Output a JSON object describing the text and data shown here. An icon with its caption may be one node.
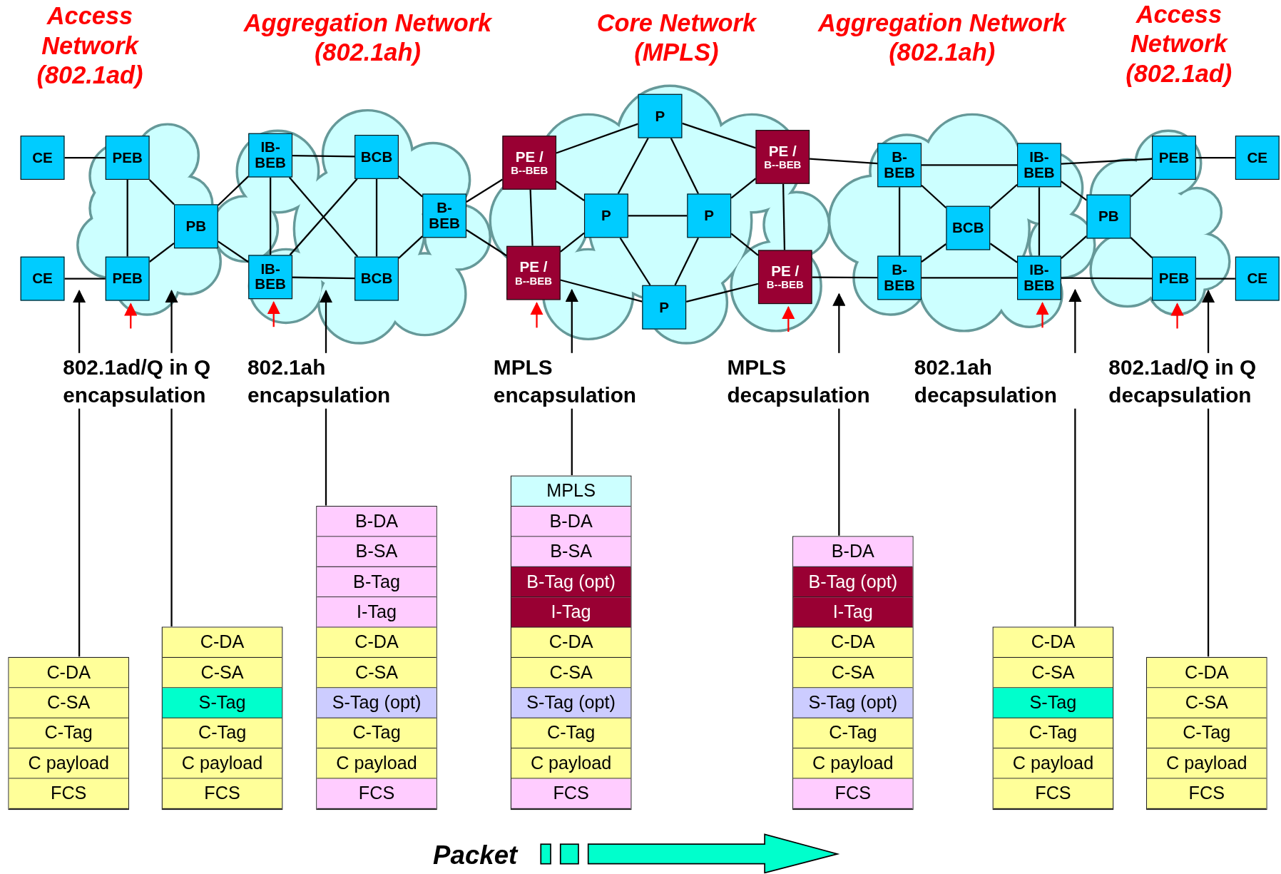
{
  "diagram": {
    "nodes": [
      {
        "text": [
          "CE"
        ]
      },
      {
        "text": [
          "CE"
        ]
      },
      {
        "text": [
          "PEB"
        ]
      },
      {
        "text": [
          "PEB"
        ]
      },
      {
        "text": [
          "PB"
        ]
      },
      {
        "text": [
          "IB-BEB"
        ]
      },
      {
        "text": [
          "IB-BEB"
        ]
      },
      {
        "text": [
          "BCB"
        ]
      },
      {
        "text": [
          "BCB"
        ]
      },
      {
        "text": [
          "B-BEB"
        ]
      },
      {
        "text": [
          "PE /",
          "B--BEB"
        ]
      },
      {
        "text": [
          "PE /",
          "B--BEB"
        ]
      },
      {
        "text": [
          "P"
        ]
      },
      {
        "text": [
          "P"
        ]
      },
      {
        "text": [
          "P"
        ]
      },
      {
        "text": [
          "P"
        ]
      },
      {
        "text": [
          "PE /",
          "B--BEB"
        ]
      },
      {
        "text": [
          "PE /",
          "B--BEB"
        ]
      },
      {
        "text": [
          "B-BEB"
        ]
      },
      {
        "text": [
          "B-BEB"
        ]
      },
      {
        "text": [
          "BCB"
        ]
      },
      {
        "text": [
          "IB-BEB"
        ]
      },
      {
        "text": [
          "IB-BEB"
        ]
      },
      {
        "text": [
          "PB"
        ]
      },
      {
        "text": [
          "PEB"
        ]
      },
      {
        "text": [
          "PEB"
        ]
      },
      {
        "text": [
          "CE"
        ]
      },
      {
        "text": [
          "CE"
        ]
      },
      {
        "text": [],
        "shape": "box"
      },
      {
        "text": [
          "C-DA"
        ],
        "in": 28
      },
      {
        "text": [
          "C-SA"
        ],
        "in": 28
      },
      {
        "text": [
          "C-Tag"
        ],
        "in": 28
      },
      {
        "text": [
          "C payload"
        ],
        "in": 28
      },
      {
        "text": [
          "FCS"
        ],
        "in": 28
      },
      {
        "text": [],
        "shape": "box"
      },
      {
        "text": [
          "C-DA"
        ],
        "in": 34
      },
      {
        "text": [
          "C-SA"
        ],
        "in": 34
      },
      {
        "text": [
          "S-Tag"
        ],
        "in": 34
      },
      {
        "text": [
          "C-Tag"
        ],
        "in": 34
      },
      {
        "text": [
          "C payload"
        ],
        "in": 34
      },
      {
        "text": [
          "FCS"
        ],
        "in": 34
      },
      {
        "text": [],
        "shape": "box"
      },
      {
        "text": [
          "B-DA"
        ],
        "in": 41
      },
      {
        "text": [
          "B-SA"
        ],
        "in": 41
      },
      {
        "text": [
          "B-Tag"
        ],
        "in": 41
      },
      {
        "text": [
          "I-Tag"
        ],
        "in": 41
      },
      {
        "text": [
          "C-DA"
        ],
        "in": 41
      },
      {
        "text": [
          "C-SA"
        ],
        "in": 41
      },
      {
        "text": [
          "S-Tag (opt)"
        ],
        "in": 41
      },
      {
        "text": [
          "C-Tag"
        ],
        "in": 41
      },
      {
        "text": [
          "C payload"
        ],
        "in": 41
      },
      {
        "text": [
          "FCS"
        ],
        "in": 41
      },
      {
        "text": [],
        "shape": "box"
      },
      {
        "text": [
          "MPLS"
        ],
        "in": 52
      },
      {
        "text": [
          "B-DA"
        ],
        "in": 52
      },
      {
        "text": [
          "B-SA"
        ],
        "in": 52
      },
      {
        "text": [
          "B-Tag (opt)"
        ],
        "in": 52
      },
      {
        "text": [
          "I-Tag"
        ],
        "in": 52
      },
      {
        "text": [
          "C-DA"
        ],
        "in": 52
      },
      {
        "text": [
          "C-SA"
        ],
        "in": 52
      },
      {
        "text": [
          "S-Tag (opt)"
        ],
        "in": 52
      },
      {
        "text": [
          "C-Tag"
        ],
        "in": 52
      },
      {
        "text": [
          "C payload"
        ],
        "in": 52
      },
      {
        "text": [
          "FCS"
        ],
        "in": 52
      },
      {
        "text": [],
        "shape": "box"
      },
      {
        "text": [
          "B-DA"
        ],
        "in": 64
      },
      {
        "text": [
          "B-Tag (opt)"
        ],
        "in": 64
      },
      {
        "text": [
          "I-Tag"
        ],
        "in": 64
      },
      {
        "text": [
          "C-DA"
        ],
        "in": 64
      },
      {
        "text": [
          "C-SA"
        ],
        "in": 64
      },
      {
        "text": [
          "S-Tag (opt)"
        ],
        "in": 64
      },
      {
        "text": [
          "C-Tag"
        ],
        "in": 64
      },
      {
        "text": [
          "C payload"
        ],
        "in": 64
      },
      {
        "text": [
          "FCS"
        ],
        "in": 64
      },
      {
        "text": [],
        "shape": "box"
      },
      {
        "text": [
          "C-DA"
        ],
        "in": 74
      },
      {
        "text": [
          "C-SA"
        ],
        "in": 74
      },
      {
        "text": [
          "S-Tag"
        ],
        "in": 74
      },
      {
        "text": [
          "C-Tag"
        ],
        "in": 74
      },
      {
        "text": [
          "C payload"
        ],
        "in": 74
      },
      {
        "text": [
          "FCS"
        ],
        "in": 74
      },
      {
        "text": [],
        "shape": "box"
      },
      {
        "text": [
          "C-DA"
        ],
        "in": 81
      },
      {
        "text": [
          "C-SA"
        ],
        "in": 81
      },
      {
        "text": [
          "C-Tag"
        ],
        "in": 81
      },
      {
        "text": [
          "C payload"
        ],
        "in": 81
      },
      {
        "text": [
          "FCS"
        ],
        "in": 81
      }
    ],
    "edges": [
      {
        "from": 0,
        "to": 2,
        "arrow": "none"
      },
      {
        "from": 1,
        "to": 3,
        "arrow": "none"
      },
      {
        "from": 2,
        "to": 3,
        "arrow": "none"
      },
      {
        "from": 2,
        "to": 4,
        "arrow": "none"
      },
      {
        "from": 3,
        "to": 4,
        "arrow": "none"
      },
      {
        "from": 4,
        "to": 5,
        "arrow": "none"
      },
      {
        "from": 4,
        "to": 6,
        "arrow": "none"
      },
      {
        "from": 5,
        "to": 7,
        "arrow": "none"
      },
      {
        "from": 5,
        "to": 6,
        "arrow": "none"
      },
      {
        "from": 5,
        "to": 8,
        "arrow": "none"
      },
      {
        "from": 6,
        "to": 7,
        "arrow": "none"
      },
      {
        "from": 6,
        "to": 8,
        "arrow": "none"
      },
      {
        "from": 7,
        "to": 8,
        "arrow": "none"
      },
      {
        "from": 7,
        "to": 9,
        "arrow": "none"
      },
      {
        "from": 8,
        "to": 9,
        "arrow": "none"
      },
      {
        "from": 9,
        "to": 10,
        "arrow": "none"
      },
      {
        "from": 9,
        "to": 11,
        "arrow": "none"
      },
      {
        "from": 10,
        "to": 12,
        "arrow": "none"
      },
      {
        "from": 10,
        "to": 13,
        "arrow": "none"
      },
      {
        "from": 10,
        "to": 11,
        "arrow": "none"
      },
      {
        "from": 12,
        "to": 13,
        "arrow": "none"
      },
      {
        "from": 12,
        "to": 14,
        "arrow": "none"
      },
      {
        "from": 12,
        "to": 16,
        "arrow": "none"
      },
      {
        "from": 13,
        "to": 14,
        "arrow": "none"
      },
      {
        "from": 13,
        "to": 11,
        "arrow": "none"
      },
      {
        "from": 13,
        "to": 15,
        "arrow": "none"
      },
      {
        "from": 14,
        "to": 15,
        "arrow": "none"
      },
      {
        "from": 14,
        "to": 16,
        "arrow": "none"
      },
      {
        "from": 14,
        "to": 17,
        "arrow": "none"
      },
      {
        "from": 11,
        "to": 15,
        "arrow": "none"
      },
      {
        "from": 15,
        "to": 17,
        "arrow": "none"
      },
      {
        "from": 16,
        "to": 17,
        "arrow": "none"
      },
      {
        "from": 16,
        "to": 18,
        "arrow": "none"
      },
      {
        "from": 17,
        "to": 19,
        "arrow": "none"
      },
      {
        "from": 18,
        "to": 21,
        "arrow": "none"
      },
      {
        "from": 18,
        "to": 19,
        "arrow": "none"
      },
      {
        "from": 18,
        "to": 20,
        "arrow": "none"
      },
      {
        "from": 19,
        "to": 20,
        "arrow": "none"
      },
      {
        "from": 19,
        "to": 22,
        "arrow": "none"
      },
      {
        "from": 20,
        "to": 21,
        "arrow": "none"
      },
      {
        "from": 20,
        "to": 22,
        "arrow": "none"
      },
      {
        "from": 21,
        "to": 22,
        "arrow": "none"
      },
      {
        "from": 21,
        "to": 24,
        "arrow": "none"
      },
      {
        "from": 21,
        "to": 23,
        "arrow": "none"
      },
      {
        "from": 22,
        "to": 23,
        "arrow": "none"
      },
      {
        "from": 22,
        "to": 25,
        "arrow": "none"
      },
      {
        "from": 23,
        "to": 24,
        "arrow": "none"
      },
      {
        "from": 23,
        "to": 25,
        "arrow": "none"
      },
      {
        "from": 24,
        "to": 26,
        "arrow": "none"
      },
      {
        "from": 25,
        "to": 27,
        "arrow": "none"
      },
      {
        "from": null,
        "to": 3,
        "arrow": "to",
        "color": "#ff0000"
      },
      {
        "from": null,
        "to": 6,
        "arrow": "to",
        "color": "#ff0000"
      },
      {
        "from": null,
        "to": 11,
        "arrow": "to",
        "color": "#ff0000"
      },
      {
        "from": null,
        "to": 17,
        "arrow": "to",
        "color": "#ff0000"
      },
      {
        "from": null,
        "to": 22,
        "arrow": "to",
        "color": "#ff0000"
      },
      {
        "from": null,
        "to": 25,
        "arrow": "to",
        "color": "#ff0000"
      },
      {
        "from": 28,
        "to": 1,
        "arrow": "to"
      },
      {
        "from": 34,
        "to": 3,
        "arrow": "to"
      },
      {
        "from": 41,
        "to": 8,
        "arrow": "to"
      },
      {
        "from": 52,
        "to": 11,
        "arrow": "to"
      },
      {
        "from": 64,
        "to": 17,
        "arrow": "to"
      },
      {
        "from": 74,
        "to": 22,
        "arrow": "to"
      },
      {
        "from": 81,
        "to": 25,
        "arrow": "to"
      }
    ],
    "labels": [
      "Access Network (802.1ad)",
      "Aggregation Network (802.1ah)",
      "Core Network (MPLS)",
      "Aggregation Network (802.1ah)",
      "Access Network (802.1ad)",
      "802.1ad/Q in Q encapsulation",
      "802.1ah encapsulation",
      "MPLS encapsulation",
      "MPLS decapsulation",
      "802.1ah decapsulation",
      "802.1ad/Q in Q decapsulation",
      "Packet"
    ]
  }
}
